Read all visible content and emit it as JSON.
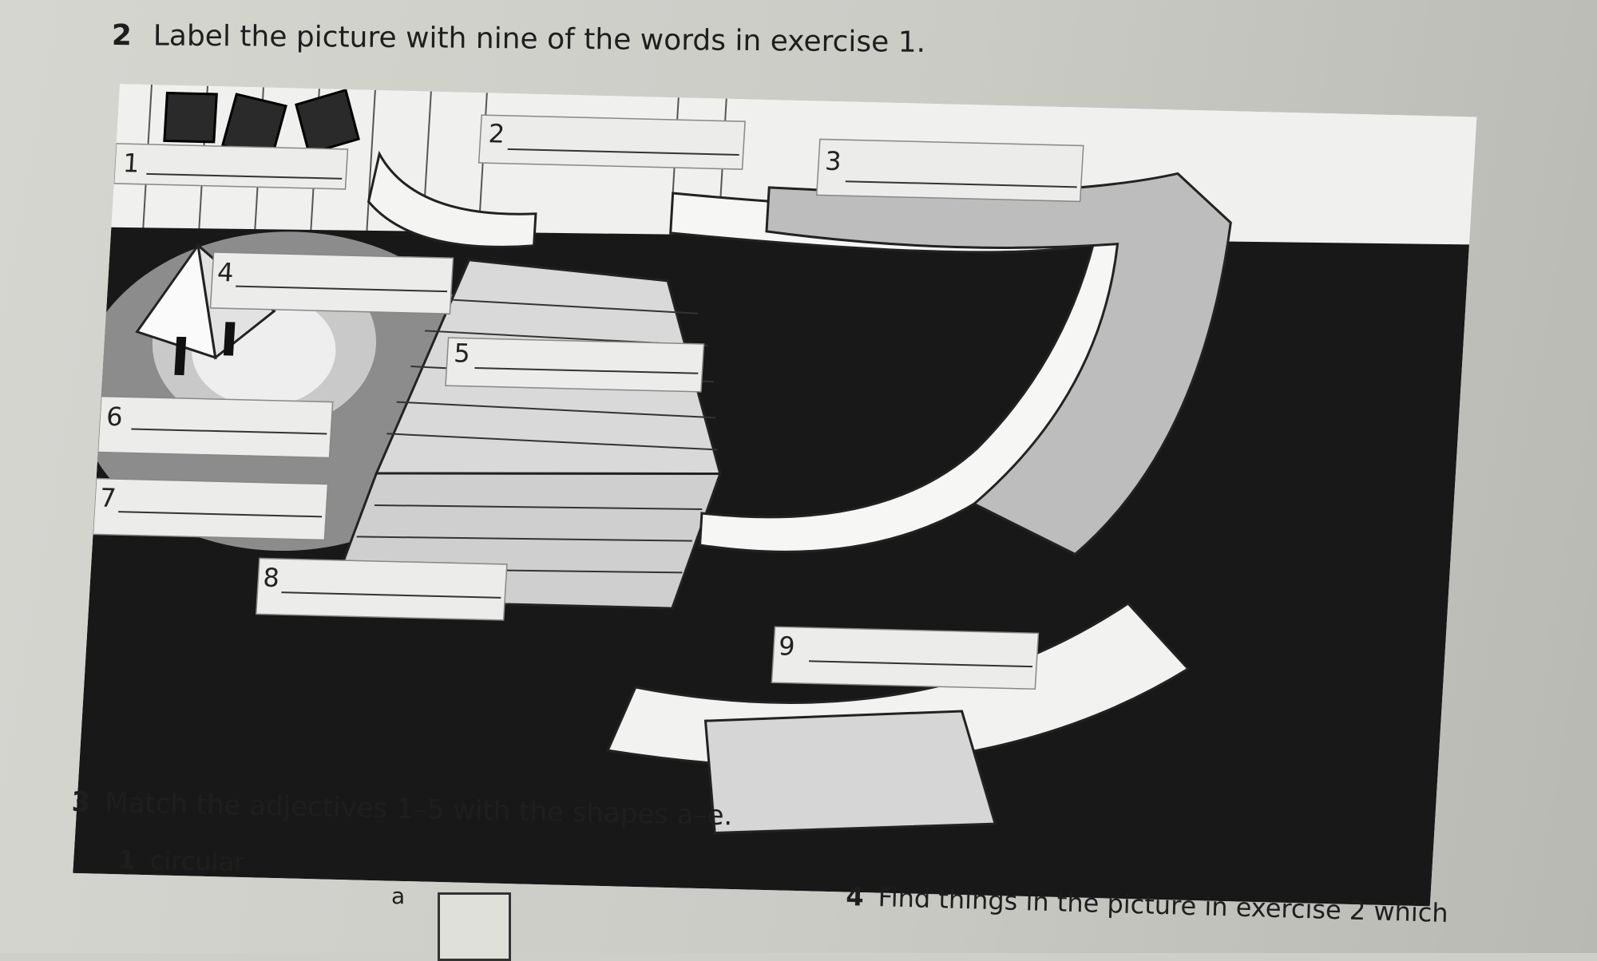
{
  "exercise2": {
    "number": "2",
    "instruction": "Label the picture with nine of the words in exercise 1."
  },
  "picture": {
    "labels": [
      {
        "number": "1"
      },
      {
        "number": "2"
      },
      {
        "number": "3"
      },
      {
        "number": "4"
      },
      {
        "number": "5"
      },
      {
        "number": "6"
      },
      {
        "number": "7"
      },
      {
        "number": "8"
      },
      {
        "number": "9"
      }
    ]
  },
  "exercise3": {
    "number": "3",
    "instruction": "Match the adjectives 1–5 with the shapes a–e.",
    "items": [
      {
        "number": "1",
        "word": "circular"
      }
    ],
    "shapes": [
      {
        "letter": "a"
      }
    ]
  },
  "exercise4": {
    "number": "4",
    "instruction": "Find things in the picture in exercise 2 which"
  },
  "colors": {
    "ink": "#1e1e1e",
    "paper": "#d4d4cf",
    "label_box": "#ececea"
  }
}
